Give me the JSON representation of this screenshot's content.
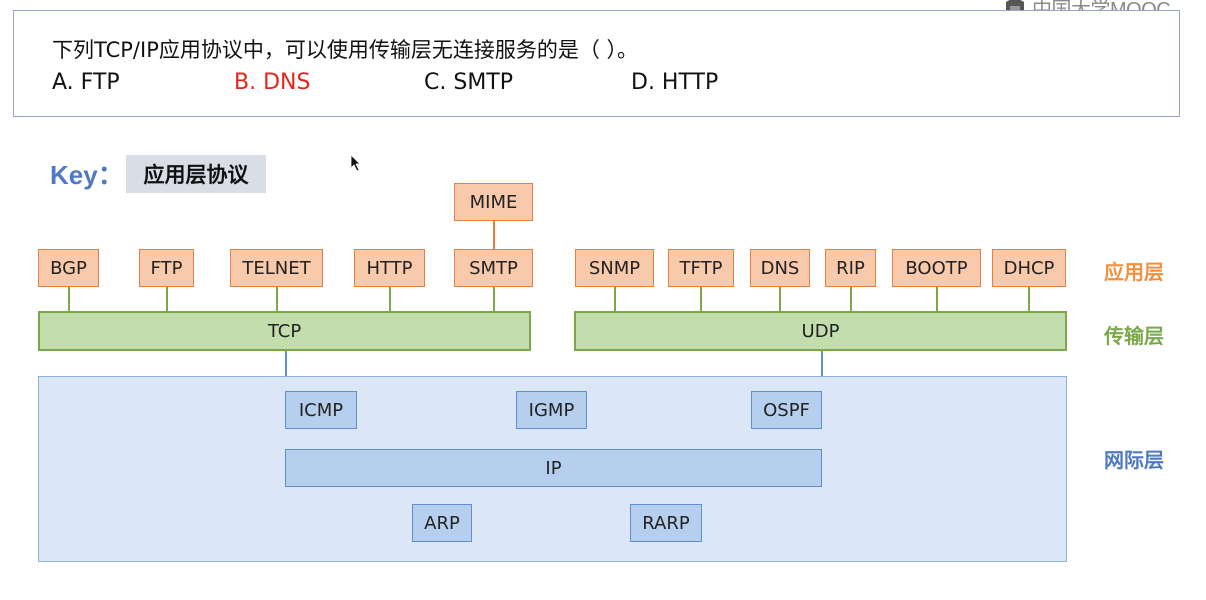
{
  "logo": {
    "text": "中国大学MOOC"
  },
  "question": {
    "text": "下列TCP/IP应用协议中，可以使用传输层无连接服务的是（ ）。",
    "options": [
      {
        "label": "A.  FTP",
        "correct": false
      },
      {
        "label": "B.  DNS",
        "correct": true
      },
      {
        "label": "C.  SMTP",
        "correct": false
      },
      {
        "label": "D.  HTTP",
        "correct": false
      }
    ],
    "correct_color": "#e3261c"
  },
  "key": {
    "label": "Key：",
    "value": "应用层协议"
  },
  "diagram": {
    "top_protocol": "MIME",
    "tcp_apps": [
      "BGP",
      "FTP",
      "TELNET",
      "HTTP",
      "SMTP"
    ],
    "udp_apps": [
      "SNMP",
      "TFTP",
      "DNS",
      "RIP",
      "BOOTP",
      "DHCP"
    ],
    "transport": {
      "tcp": "TCP",
      "udp": "UDP"
    },
    "network_upper": [
      "ICMP",
      "IGMP",
      "OSPF"
    ],
    "network_core": "IP",
    "network_lower": [
      "ARP",
      "RARP"
    ],
    "layers": {
      "application": {
        "label": "应用层",
        "color": "#f0913f"
      },
      "transport": {
        "label": "传输层",
        "color": "#7aa84a"
      },
      "network": {
        "label": "网际层",
        "color": "#4f79c2"
      }
    },
    "colors": {
      "app_fill": "#f8c9ab",
      "app_border": "#e57f3c",
      "transport_fill": "#c3deac",
      "transport_border": "#7aa84a",
      "network_fill": "#b6cfef",
      "network_border": "#5f8fd0",
      "network_bg": "#dbe7f6"
    }
  }
}
